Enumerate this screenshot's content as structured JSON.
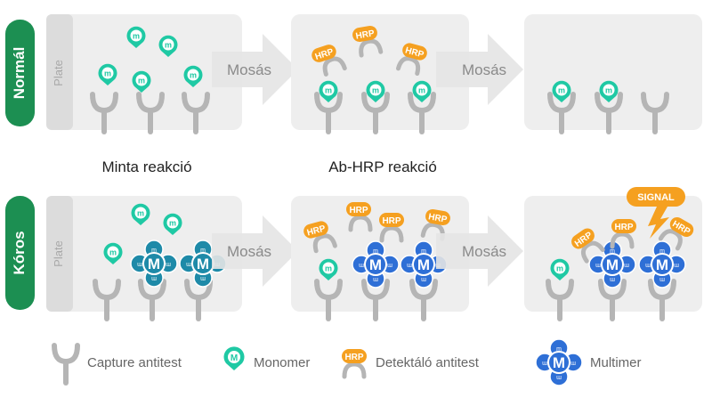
{
  "rows": [
    {
      "id": "normal",
      "label": "Normál",
      "plate_label": "Plate"
    },
    {
      "id": "koros",
      "label": "Kóros",
      "plate_label": "Plate"
    }
  ],
  "wash_label": "Mosás",
  "captions": {
    "step1": "Minta reakció",
    "step2": "Ab-HRP reakció"
  },
  "hrp_label": "HRP",
  "monomer_letter": "m",
  "multimer_center": "M",
  "signal_label": "SIGNAL",
  "legend": {
    "capture": "Capture antitest",
    "monomer": "Monomer",
    "monomer_letter": "M",
    "detector": "Detektáló antitest",
    "multimer": "Multimer"
  },
  "colors": {
    "green": "#1c8f52",
    "teal": "#1fc9a4",
    "blue": "#2e6fd6",
    "orange": "#f5a020",
    "panel": "#eeeeee",
    "plate": "#dcdcdc",
    "antibody": "#b5b5b5",
    "arrow": "#e4e4e4"
  }
}
